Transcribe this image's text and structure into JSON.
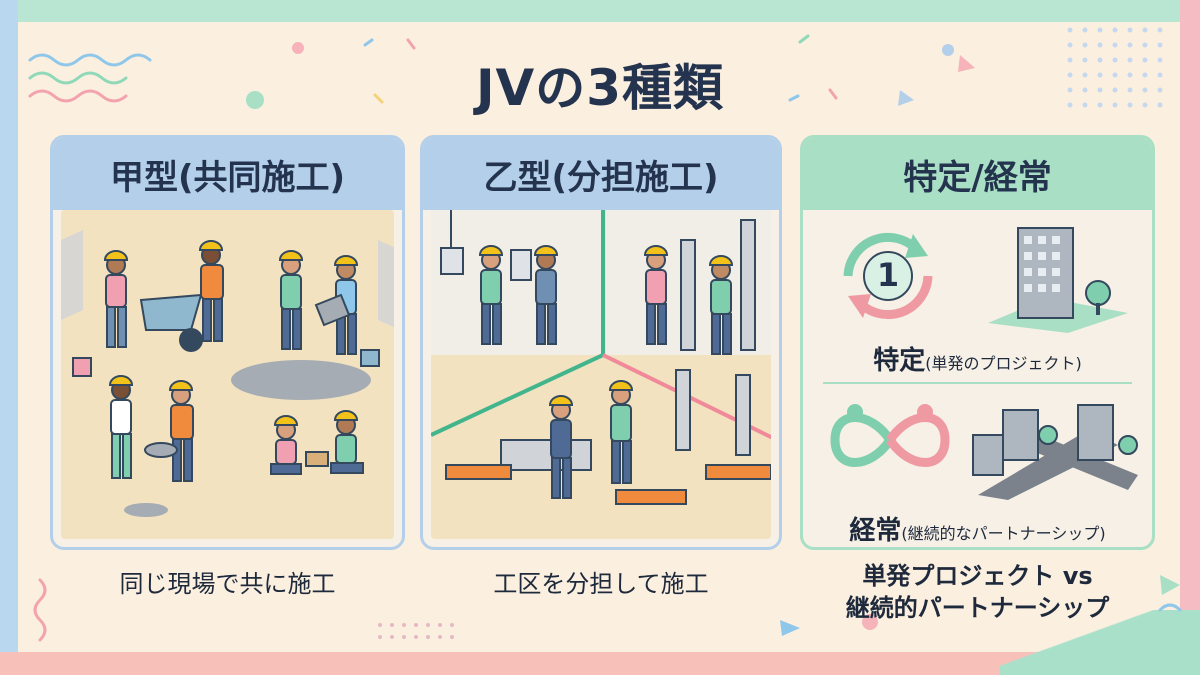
{
  "title": "JVの3種類",
  "panels": [
    {
      "header": "甲型(共同施工)",
      "caption": "同じ現場で共に施工"
    },
    {
      "header": "乙型(分担施工)",
      "caption": "工区を分担して施工"
    },
    {
      "header": "特定/経常",
      "specific_main": "特定",
      "specific_sub": "(単発のプロジェクト)",
      "specific_number": "1",
      "regular_main": "経常",
      "regular_sub": "(継続的なパートナーシップ)",
      "caption_line1": "単発プロジェクト vs",
      "caption_line2": "継続的パートナーシップ"
    }
  ],
  "colors": {
    "blue_header": "#b4cfe9",
    "green_header": "#a9dfc4",
    "title": "#24344f",
    "pink": "#ef9aa3",
    "mint": "#7fcfae"
  }
}
